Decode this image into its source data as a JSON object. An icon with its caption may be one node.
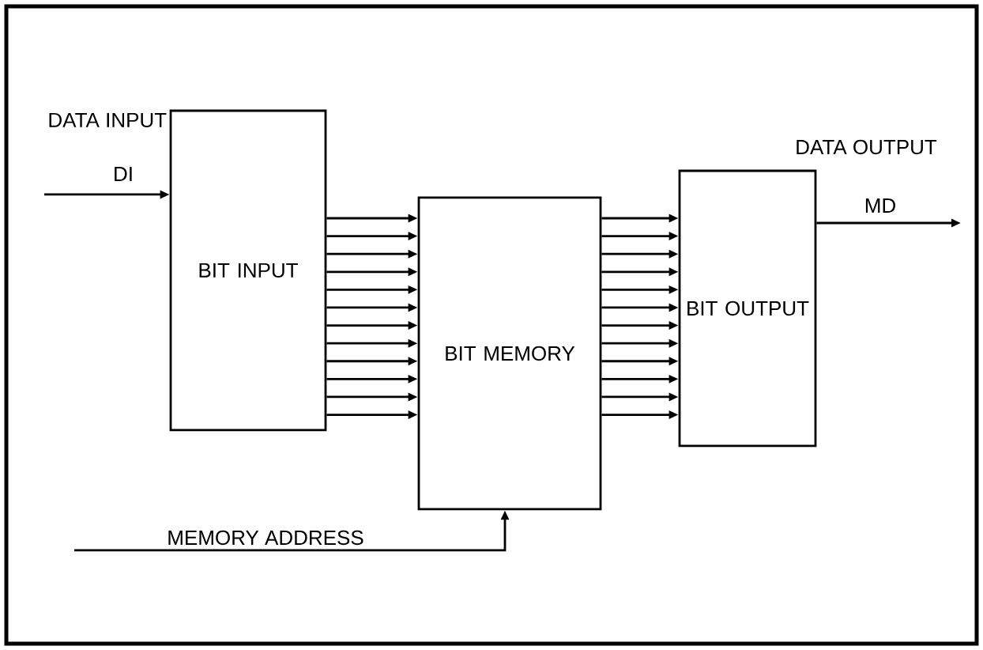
{
  "diagram": {
    "nodes": [
      {
        "text": [
          "BIT INPUT"
        ]
      },
      {
        "text": [
          "BIT MEMORY"
        ]
      },
      {
        "text": [
          "BIT OUTPUT"
        ]
      }
    ],
    "edges": [
      {
        "from": null,
        "to": 0,
        "arrow": "to",
        "label": "DI"
      },
      {
        "from": 0,
        "to": 1,
        "arrow": "to"
      },
      {
        "from": 0,
        "to": 1,
        "arrow": "to"
      },
      {
        "from": 0,
        "to": 1,
        "arrow": "to"
      },
      {
        "from": 0,
        "to": 1,
        "arrow": "to"
      },
      {
        "from": 0,
        "to": 1,
        "arrow": "to"
      },
      {
        "from": 0,
        "to": 1,
        "arrow": "to"
      },
      {
        "from": 0,
        "to": 1,
        "arrow": "to"
      },
      {
        "from": 0,
        "to": 1,
        "arrow": "to"
      },
      {
        "from": 0,
        "to": 1,
        "arrow": "to"
      },
      {
        "from": 0,
        "to": 1,
        "arrow": "to"
      },
      {
        "from": 0,
        "to": 1,
        "arrow": "to"
      },
      {
        "from": 0,
        "to": 1,
        "arrow": "to"
      },
      {
        "from": 1,
        "to": 2,
        "arrow": "to"
      },
      {
        "from": 1,
        "to": 2,
        "arrow": "to"
      },
      {
        "from": 1,
        "to": 2,
        "arrow": "to"
      },
      {
        "from": 1,
        "to": 2,
        "arrow": "to"
      },
      {
        "from": 1,
        "to": 2,
        "arrow": "to"
      },
      {
        "from": 1,
        "to": 2,
        "arrow": "to"
      },
      {
        "from": 1,
        "to": 2,
        "arrow": "to"
      },
      {
        "from": 1,
        "to": 2,
        "arrow": "to"
      },
      {
        "from": 1,
        "to": 2,
        "arrow": "to"
      },
      {
        "from": 1,
        "to": 2,
        "arrow": "to"
      },
      {
        "from": 1,
        "to": 2,
        "arrow": "to"
      },
      {
        "from": 1,
        "to": 2,
        "arrow": "to"
      },
      {
        "from": 2,
        "to": null,
        "arrow": "to",
        "label": "MD"
      },
      {
        "from": null,
        "to": 1,
        "arrow": "to",
        "label": "MEMORY ADDRESS"
      }
    ],
    "labels": [
      "DATA INPUT",
      "DATA OUTPUT"
    ]
  }
}
